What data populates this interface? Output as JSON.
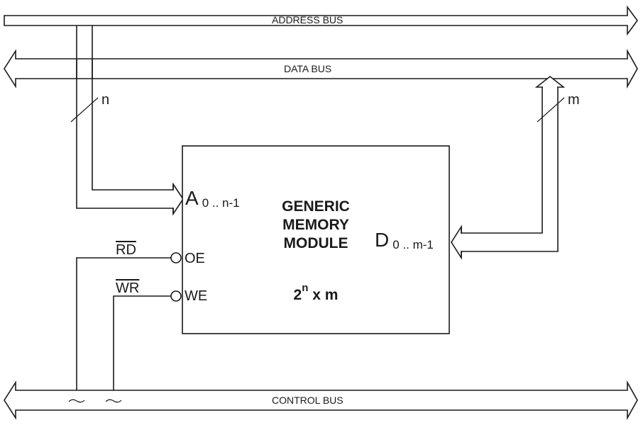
{
  "buses": {
    "address": "ADDRESS BUS",
    "data": "DATA BUS",
    "control": "CONTROL BUS"
  },
  "widths": {
    "address": "n",
    "data": "m"
  },
  "module": {
    "title_line1": "GENERIC",
    "title_line2": "MEMORY",
    "title_line3": "MODULE",
    "size_base": "2",
    "size_exp": "n",
    "size_rest": "x m"
  },
  "pins": {
    "address_main": "A",
    "address_range": "0 .. n-1",
    "data_main": "D",
    "data_range": "0 .. m-1",
    "oe": "OE",
    "we": "WE"
  },
  "signals": {
    "rd": "RD",
    "wr": "WR"
  }
}
